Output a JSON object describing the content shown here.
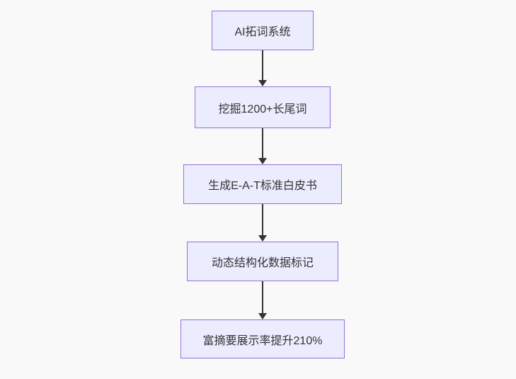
{
  "diagram": {
    "type": "flowchart",
    "direction": "top-down",
    "nodes": [
      {
        "id": "ai-keyword-system",
        "label": "AI拓词系统"
      },
      {
        "id": "longtail-mining",
        "label": "挖掘1200+长尾词"
      },
      {
        "id": "eat-whitepaper",
        "label": "生成E-A-T标准白皮书"
      },
      {
        "id": "structured-data",
        "label": "动态结构化数据标记"
      },
      {
        "id": "rich-snippet-result",
        "label": "富摘要展示率提升210%"
      }
    ],
    "edges": [
      {
        "from": "ai-keyword-system",
        "to": "longtail-mining"
      },
      {
        "from": "longtail-mining",
        "to": "eat-whitepaper"
      },
      {
        "from": "eat-whitepaper",
        "to": "structured-data"
      },
      {
        "from": "structured-data",
        "to": "rich-snippet-result"
      }
    ],
    "colors": {
      "background": "#f9f9f9",
      "node_fill": "#ECECFF",
      "node_border": "#9370DB",
      "arrow": "#333333",
      "text": "#333333"
    }
  }
}
